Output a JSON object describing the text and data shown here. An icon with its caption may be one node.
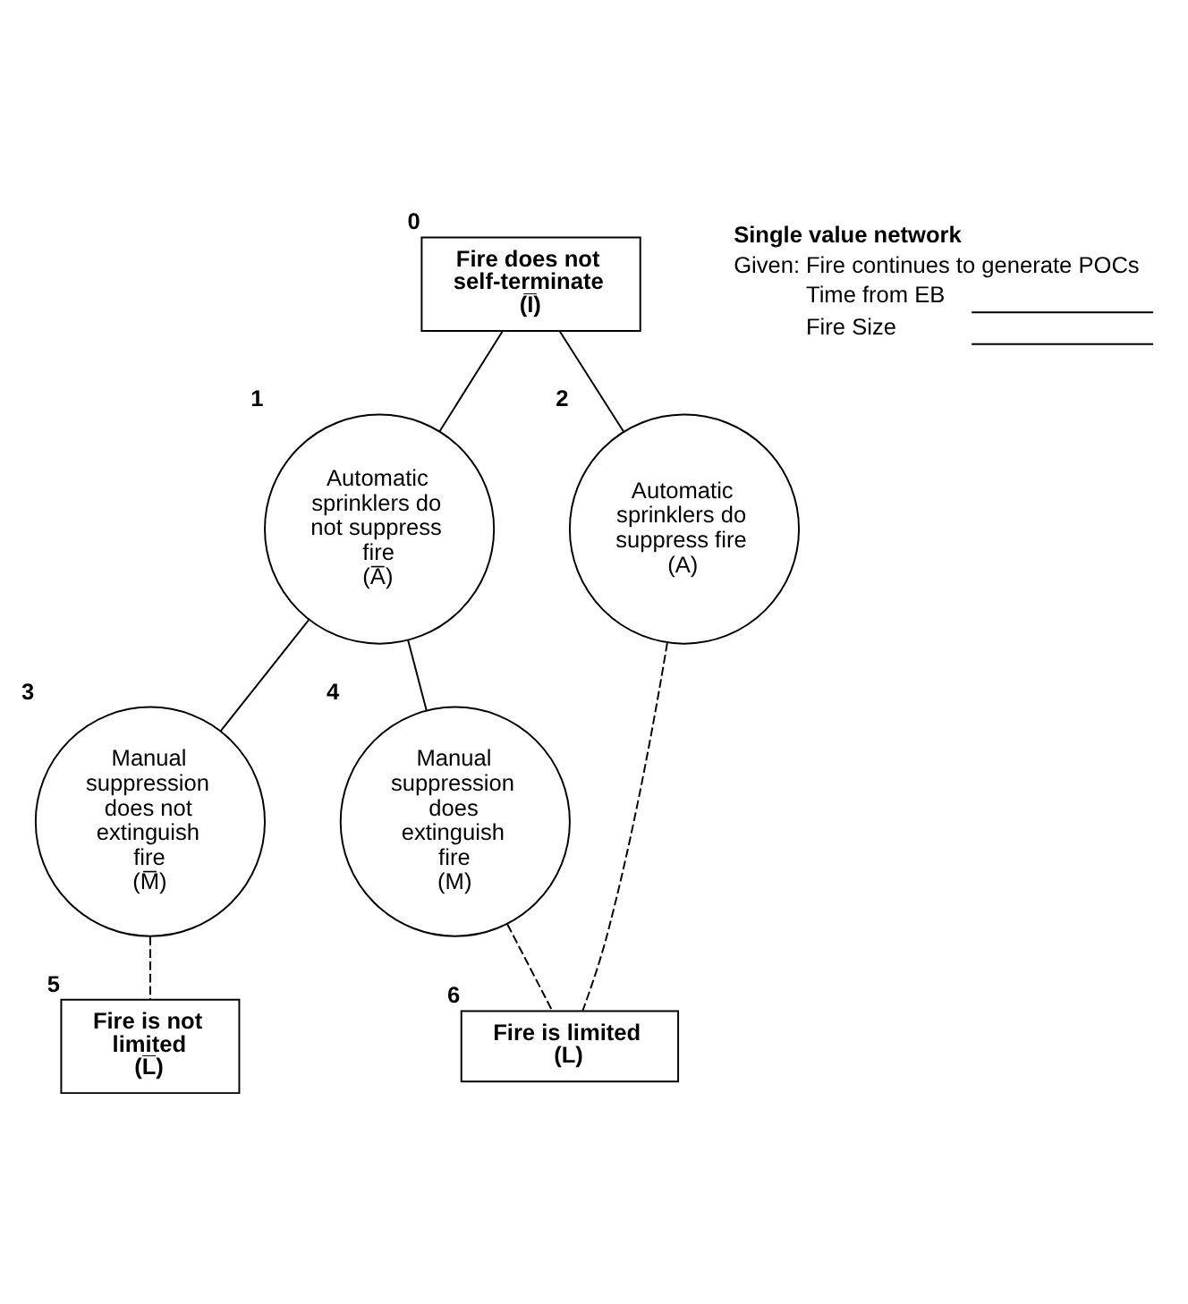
{
  "diagram": {
    "nodes": [
      {
        "text": [
          "Fire does not self-terminate",
          "(I̅)"
        ],
        "beside": [
          "0"
        ]
      },
      {
        "text": [
          "Automatic sprinklers do not suppress fire",
          "(A̅)"
        ],
        "beside": [
          "1"
        ]
      },
      {
        "text": [
          "Automatic sprinklers do suppress fire",
          "(A)"
        ],
        "beside": [
          "2"
        ]
      },
      {
        "text": [
          "Manual suppression does not extinguish fire",
          "(M̅)"
        ],
        "beside": [
          "3"
        ]
      },
      {
        "text": [
          "Manual suppression does extinguish fire",
          "(M)"
        ],
        "beside": [
          "4"
        ]
      },
      {
        "text": [
          "Fire is not limited",
          "(L̅)"
        ],
        "beside": [
          "5"
        ]
      },
      {
        "text": [
          "Fire is limited",
          "(L)"
        ],
        "beside": [
          "6"
        ]
      }
    ],
    "edges": [
      {
        "from": 0,
        "to": 1,
        "arrow": "none"
      },
      {
        "from": 0,
        "to": 2,
        "arrow": "none"
      },
      {
        "from": 1,
        "to": 3,
        "arrow": "none"
      },
      {
        "from": 1,
        "to": 4,
        "arrow": "none"
      },
      {
        "from": 3,
        "to": 5,
        "arrow": "none",
        "style": "dashed"
      },
      {
        "from": 2,
        "to": 6,
        "arrow": "none",
        "style": "dashed"
      },
      {
        "from": 4,
        "to": 6,
        "arrow": "none",
        "style": "dashed"
      }
    ],
    "labels": [
      "Single value network",
      "Given:",
      "Fire continues to generate POCs",
      "Time from EB",
      "Fire Size"
    ]
  }
}
